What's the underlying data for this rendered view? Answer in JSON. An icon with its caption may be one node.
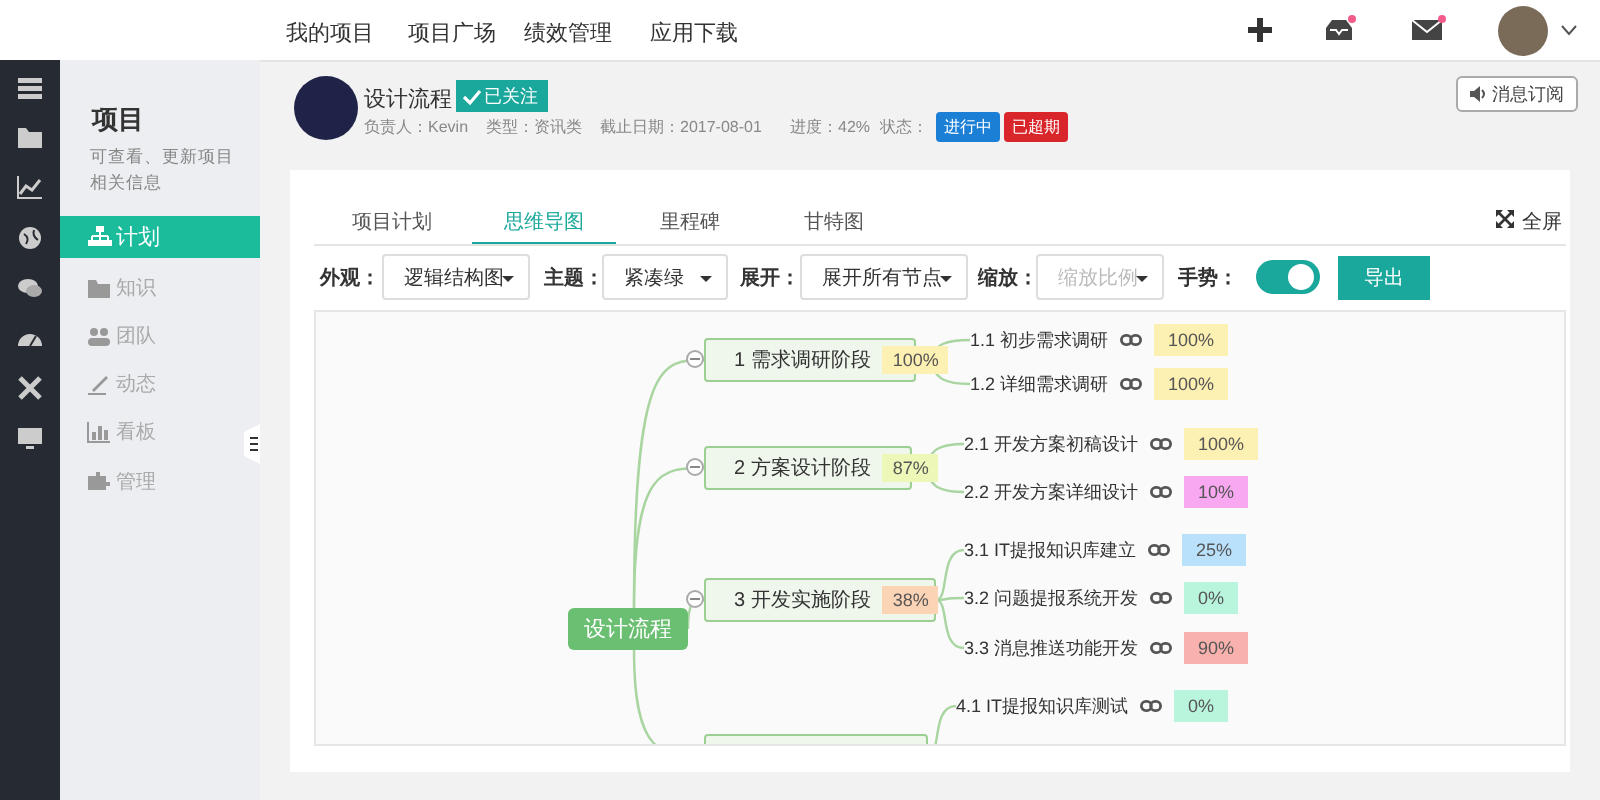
{
  "diagram": {
    "nodes": [
      {
        "text": [
          "设计流程"
        ]
      },
      {
        "text": [
          "1 需求调研阶段",
          "100%"
        ]
      },
      {
        "text": [
          "1.1 初步需求调研",
          "100%"
        ]
      },
      {
        "text": [
          "1.2 详细需求调研",
          "100%"
        ]
      },
      {
        "text": [
          "2 方案设计阶段",
          "87%"
        ]
      },
      {
        "text": [
          "2.1 开发方案初稿设计",
          "100%"
        ]
      },
      {
        "text": [
          "2.2 开发方案详细设计",
          "10%"
        ]
      },
      {
        "text": [
          "3 开发实施阶段",
          "38%"
        ]
      },
      {
        "text": [
          "3.1 IT提报知识库建立",
          "25%"
        ]
      },
      {
        "text": [
          "3.2 问题提报系统开发",
          "0%"
        ]
      },
      {
        "text": [
          "3.3 消息推送功能开发",
          "90%"
        ]
      },
      {
        "text": [],
        "shape": "box"
      },
      {
        "text": [
          "4.1 IT提报知识库测试",
          "0%"
        ]
      }
    ],
    "edges": [
      {
        "from": 0,
        "to": 1,
        "arrow": "none"
      },
      {
        "from": 0,
        "to": 4,
        "arrow": "none"
      },
      {
        "from": 0,
        "to": 7,
        "arrow": "none"
      },
      {
        "from": 0,
        "to": 11,
        "arrow": "none"
      },
      {
        "from": 1,
        "to": 2,
        "arrow": "none"
      },
      {
        "from": 1,
        "to": 3,
        "arrow": "none"
      },
      {
        "from": 4,
        "to": 5,
        "arrow": "none"
      },
      {
        "from": 4,
        "to": 6,
        "arrow": "none"
      },
      {
        "from": 7,
        "to": 8,
        "arrow": "none"
      },
      {
        "from": 7,
        "to": 9,
        "arrow": "none"
      },
      {
        "from": 7,
        "to": 10,
        "arrow": "none"
      },
      {
        "from": 11,
        "to": 12,
        "arrow": "none"
      }
    ],
    "labels": [
      "我的项目",
      "项目广场",
      "绩效管理",
      "应用下载",
      "设计流程",
      "已关注",
      "负责人：Kevin",
      "类型：资讯类",
      "截止日期：2017-08-01",
      "进度：42%",
      "状态：",
      "进行中",
      "已超期",
      "消息订阅",
      "项目",
      "可查看、更新项目相关信息",
      "计划",
      "知识",
      "团队",
      "动态",
      "看板",
      "管理",
      "项目计划",
      "思维导图",
      "里程碑",
      "甘特图",
      "全屏",
      "外观：",
      "逻辑结构图",
      "主题：",
      "紧凑绿",
      "展开：",
      "展开所有节点",
      "缩放：",
      "缩放比例",
      "手势：",
      "导出"
    ]
  }
}
